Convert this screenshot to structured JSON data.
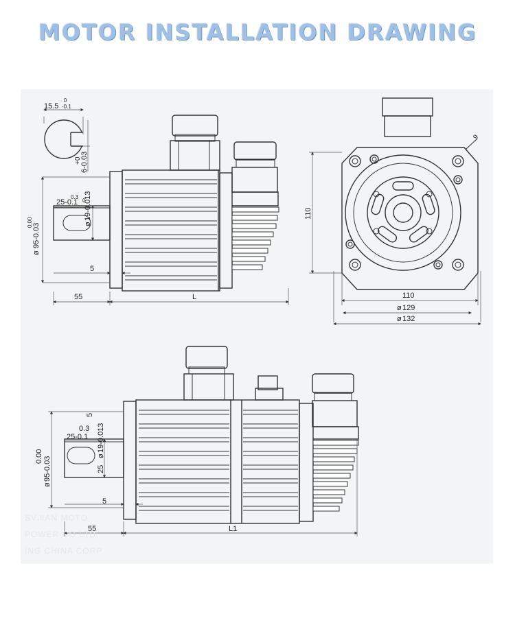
{
  "title": "MOTOR INSTALLATION DRAWING",
  "top_view": {
    "shaft_section": {
      "width": "15.5",
      "width_tol_top": "0",
      "width_tol_bottom": "-0.1",
      "key_depth": "6-0.03",
      "key_tol": "+0"
    },
    "shaft_diameter": "19-0.013",
    "shaft_tol_top": "0.3",
    "shaft_tol_zero": "0",
    "key_length": "25-0.1",
    "spigot_diameter": "95-0.03",
    "spigot_tol": "0.00",
    "flange_thickness": "5",
    "shaft_length": "55",
    "body_length": "L"
  },
  "end_view": {
    "square": "110",
    "square_h": "110",
    "pcd": "129",
    "outer": "132",
    "hole": "9"
  },
  "bottom_view": {
    "shaft_diameter": "19-0.013",
    "shaft_tol_top": "0.3",
    "key_length": "25-0.1",
    "key_offset": "5",
    "spigot_diameter": "95-0.03",
    "spigot_tol": "0.00",
    "key_slot": "25",
    "flange_thickness": "5",
    "shaft_length": "55",
    "body_length": "L1"
  },
  "watermark": [
    "SVJIAN MOTO",
    "POWER CO LTD",
    "ING CHINA CORP"
  ]
}
